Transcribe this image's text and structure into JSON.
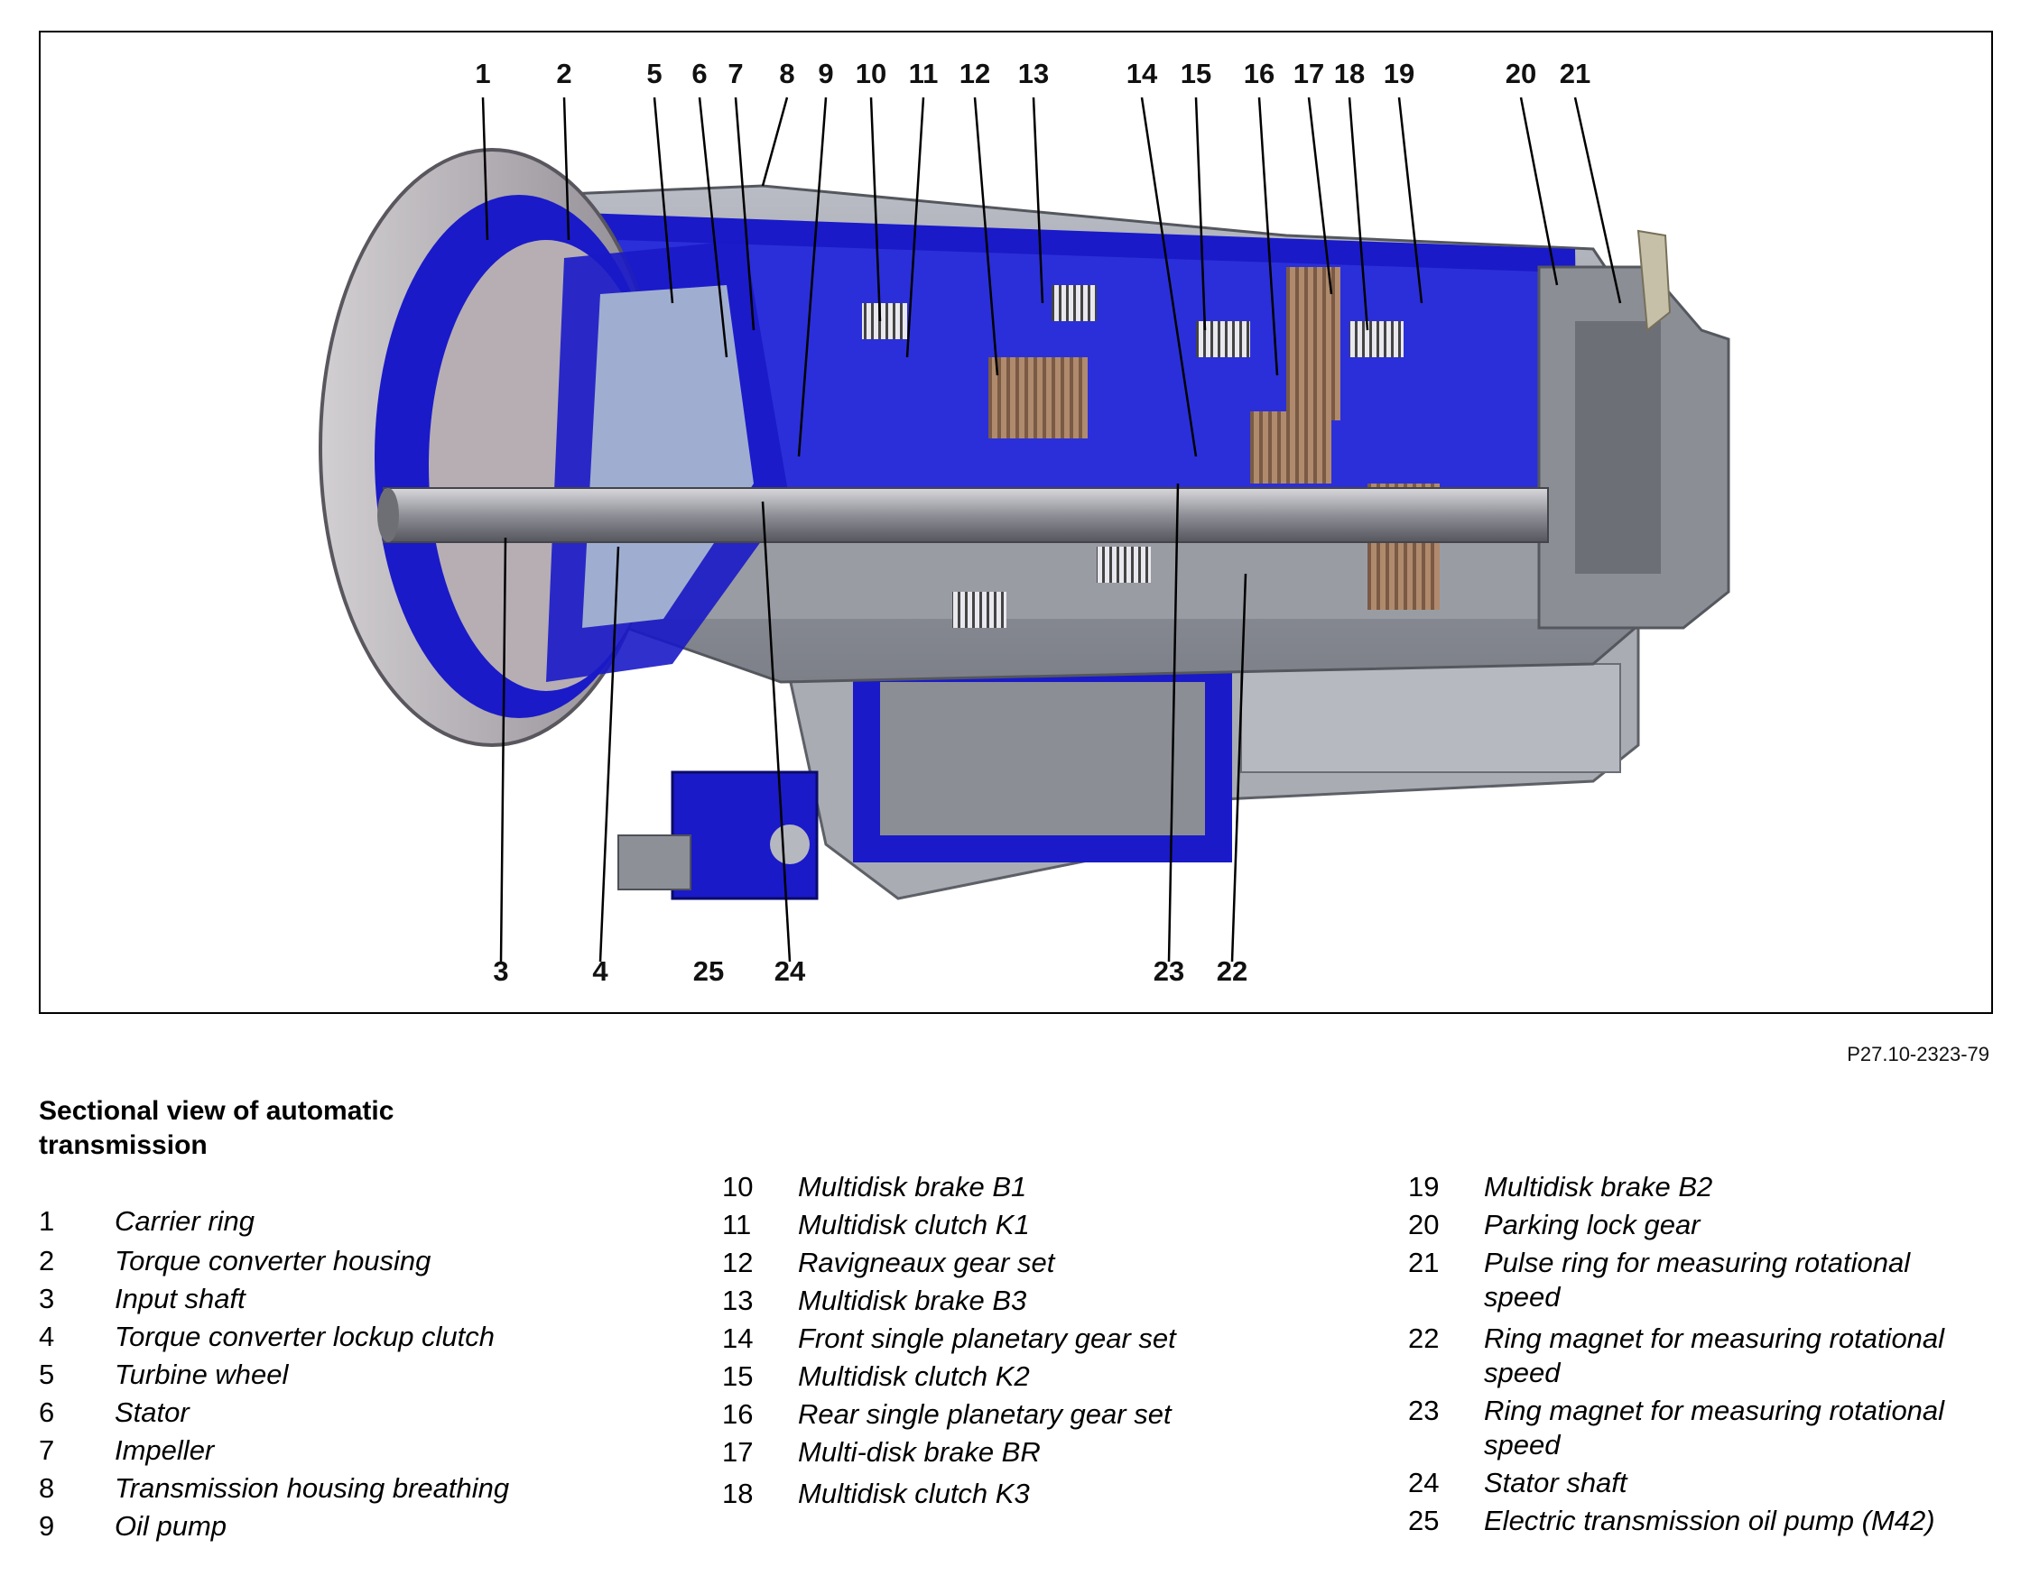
{
  "figure": {
    "code": "P27.10-2323-79",
    "colors": {
      "housing": "#8a8c93",
      "section": "#1a1ac8",
      "frame": "#000000"
    },
    "callouts": [
      {
        "n": "1"
      },
      {
        "n": "2"
      },
      {
        "n": "5"
      },
      {
        "n": "6"
      },
      {
        "n": "7"
      },
      {
        "n": "8"
      },
      {
        "n": "9"
      },
      {
        "n": "10"
      },
      {
        "n": "11"
      },
      {
        "n": "12"
      },
      {
        "n": "13"
      },
      {
        "n": "14"
      },
      {
        "n": "15"
      },
      {
        "n": "16"
      },
      {
        "n": "17"
      },
      {
        "n": "18"
      },
      {
        "n": "19"
      },
      {
        "n": "20"
      },
      {
        "n": "21"
      },
      {
        "n": "3"
      },
      {
        "n": "4"
      },
      {
        "n": "25"
      },
      {
        "n": "24"
      },
      {
        "n": "23"
      },
      {
        "n": "22"
      }
    ]
  },
  "caption": {
    "line1": "Sectional view of automatic",
    "line2": "transmission"
  },
  "legend": [
    {
      "n": "1",
      "text": "Carrier ring"
    },
    {
      "n": "2",
      "text": "Torque converter housing"
    },
    {
      "n": "3",
      "text": "Input shaft"
    },
    {
      "n": "4",
      "text": "Torque converter lockup clutch"
    },
    {
      "n": "5",
      "text": "Turbine wheel"
    },
    {
      "n": "6",
      "text": "Stator"
    },
    {
      "n": "7",
      "text": "Impeller"
    },
    {
      "n": "8",
      "text": "Transmission housing breathing"
    },
    {
      "n": "9",
      "text": "Oil pump"
    },
    {
      "n": "10",
      "text": "Multidisk brake B1"
    },
    {
      "n": "11",
      "text": "Multidisk clutch K1"
    },
    {
      "n": "12",
      "text": "Ravigneaux gear set"
    },
    {
      "n": "13",
      "text": "Multidisk brake B3"
    },
    {
      "n": "14",
      "text": "Front single planetary gear set"
    },
    {
      "n": "15",
      "text": "Multidisk clutch K2"
    },
    {
      "n": "16",
      "text": "Rear single planetary gear set"
    },
    {
      "n": "17",
      "text": "Multi-disk brake BR"
    },
    {
      "n": "18",
      "text": "Multidisk clutch K3"
    },
    {
      "n": "19",
      "text": "Multidisk brake B2"
    },
    {
      "n": "20",
      "text": "Parking lock gear"
    },
    {
      "n": "21",
      "text": "Pulse ring for measuring rotational speed"
    },
    {
      "n": "22",
      "text": "Ring magnet for measuring rotational speed"
    },
    {
      "n": "23",
      "text": "Ring magnet for measuring rotational speed"
    },
    {
      "n": "24",
      "text": "Stator shaft"
    },
    {
      "n": "25",
      "text": "Electric transmission oil pump (M42)"
    }
  ]
}
